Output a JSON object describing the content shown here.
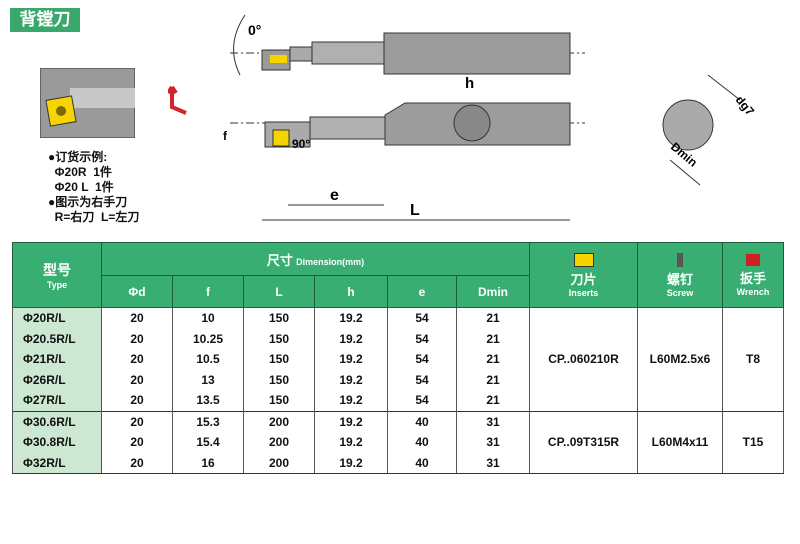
{
  "title": "背镗刀",
  "notes": [
    "●订货示例:",
    "  Φ20R  1件",
    "  Φ20 L  1件",
    "●图示为右手刀",
    "  R=右刀  L=左刀"
  ],
  "drawing": {
    "angle_top": "0°",
    "angle_insert": "90°",
    "dim_h": "h",
    "dim_f": "f",
    "dim_e": "e",
    "dim_L": "L",
    "dim_dg7": "dg7",
    "dim_dmin": "Dmin"
  },
  "table": {
    "type_cn": "型号",
    "type_en": "Type",
    "dim_cn": "尺寸",
    "dim_en": "Dimension(mm)",
    "cols": [
      "Φd",
      "f",
      "L",
      "h",
      "e",
      "Dmin"
    ],
    "inserts_cn": "刀片",
    "inserts_en": "Inserts",
    "screw_cn": "螺钉",
    "screw_en": "Screw",
    "wrench_cn": "扳手",
    "wrench_en": "Wrench",
    "rows": [
      [
        "Φ20R/L",
        "20",
        "10",
        "150",
        "19.2",
        "54",
        "21"
      ],
      [
        "Φ20.5R/L",
        "20",
        "10.25",
        "150",
        "19.2",
        "54",
        "21"
      ],
      [
        "Φ21R/L",
        "20",
        "10.5",
        "150",
        "19.2",
        "54",
        "21"
      ],
      [
        "Φ26R/L",
        "20",
        "13",
        "150",
        "19.2",
        "54",
        "21"
      ],
      [
        "Φ27R/L",
        "20",
        "13.5",
        "150",
        "19.2",
        "54",
        "21"
      ],
      [
        "Φ30.6R/L",
        "20",
        "15.3",
        "200",
        "19.2",
        "40",
        "31"
      ],
      [
        "Φ30.8R/L",
        "20",
        "15.4",
        "200",
        "19.2",
        "40",
        "31"
      ],
      [
        "Φ32R/L",
        "20",
        "16",
        "200",
        "19.2",
        "40",
        "31"
      ]
    ],
    "groups": [
      {
        "insert": "CP..060210R",
        "screw": "L60M2.5x6",
        "wrench": "T8"
      },
      {
        "insert": "CP..09T315R",
        "screw": "L60M4x11",
        "wrench": "T15"
      }
    ]
  }
}
